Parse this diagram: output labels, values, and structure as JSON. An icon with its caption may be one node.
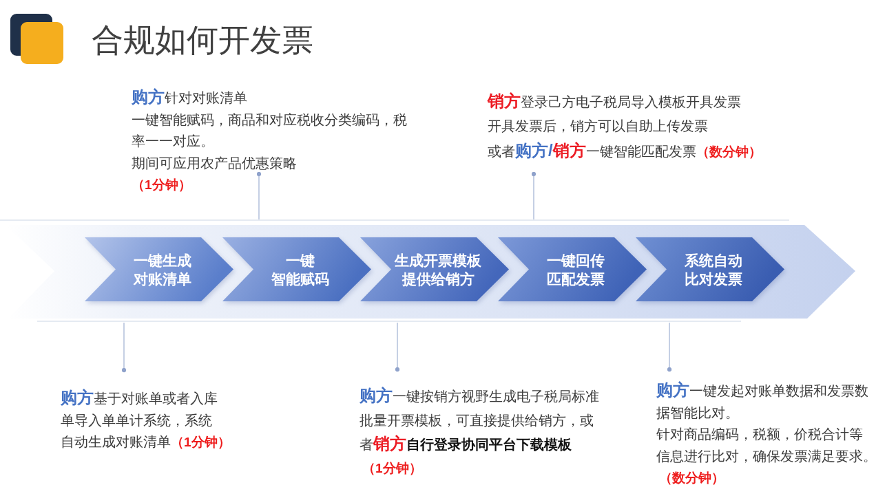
{
  "diagram": {
    "title": "合规如何开发票",
    "nodes": [
      {
        "text": [
          "**购方**针对对账清单",
          "一键智能赋码，商品和对应税收分类编码，税率一一对应。",
          "期间可应用农产品优惠策略",
          "（1分钟）"
        ]
      },
      {
        "text": [
          "**销方**登录己方电子税局导入模板开具发票",
          "开具发票后，销方可以自助上传发票",
          "或者**购方/****销方**一键智能匹配发票**（数分钟）**"
        ]
      },
      {
        "text": [],
        "shape": "arrow"
      },
      {
        "text": [
          "一键生成对账清单"
        ],
        "in": 2
      },
      {
        "text": [
          "一键智能赋码"
        ],
        "in": 2
      },
      {
        "text": [
          "生成开票模板提供给销方"
        ],
        "in": 2
      },
      {
        "text": [
          "一键回传匹配发票"
        ],
        "in": 2
      },
      {
        "text": [
          "系统自动比对发票"
        ],
        "in": 2
      },
      {
        "text": [
          "**购方**基于对账单或者入库单导入单单计系统，系统自动生成对账清单**（1分钟）**"
        ]
      },
      {
        "text": [
          "**购方**一键按销方视野生成电子税局标准批量开票模板，可直接提供给销方，或者**销方****自行登录协同平台下载模板**",
          "（1分钟）"
        ]
      },
      {
        "text": [
          "**购方**一键发起对账单数据和发票数据智能比对。",
          "针对商品编码，税额，价税合计等信息进行比对，确保发票满足要求。",
          "（数分钟）"
        ]
      }
    ],
    "edges": [
      {
        "from": 0,
        "to": 2,
        "arrow": "other"
      },
      {
        "from": 1,
        "to": 2,
        "arrow": "other"
      },
      {
        "from": 8,
        "to": 2,
        "arrow": "other"
      },
      {
        "from": 9,
        "to": 2,
        "arrow": "other"
      },
      {
        "from": 10,
        "to": 2,
        "arrow": "other"
      }
    ]
  }
}
